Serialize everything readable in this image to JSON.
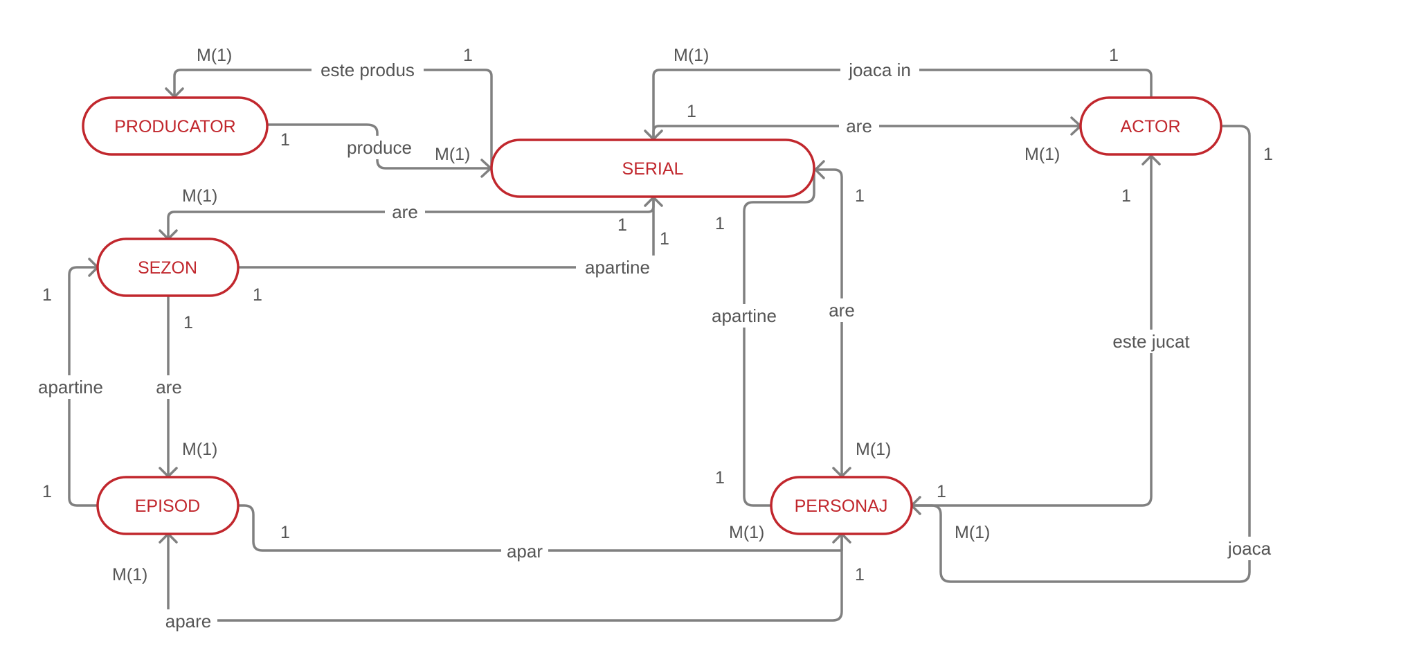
{
  "colors": {
    "entity": "#c1272d",
    "line": "#808080",
    "text": "#555555"
  },
  "entities": {
    "producator": "PRODUCATOR",
    "serial": "SERIAL",
    "actor": "ACTOR",
    "sezon": "SEZON",
    "episod": "EPISOD",
    "personaj": "PERSONAJ"
  },
  "relationships": {
    "este_produs": "este produs",
    "produce": "produce",
    "joaca_in": "joaca in",
    "are_actor": "are",
    "are_sezon": "are",
    "apartine_sezon": "apartine",
    "apartine_episod": "apartine",
    "are_episod": "are",
    "apartine_personaj": "apartine",
    "are_personaj": "are",
    "este_jucat": "este jucat",
    "joaca": "joaca",
    "apar": "apar",
    "apare": "apare"
  },
  "cardinalities": {
    "este_produs_producator": "M(1)",
    "este_produs_serial": "1",
    "produce_producator": "1",
    "produce_serial": "M(1)",
    "joaca_in_serial": "M(1)",
    "joaca_in_actor": "1",
    "are_actor_serial": "1",
    "are_actor_actor": "M(1)",
    "are_sezon_sezon": "M(1)",
    "are_sezon_serial": "1",
    "apartine_sezon_serial": "1",
    "apartine_sezon_sezon": "1",
    "apartine_episod_sezon": "1",
    "apartine_episod_episod": "1",
    "are_episod_sezon": "1",
    "are_episod_episod": "M(1)",
    "apartine_personaj_serial": "1",
    "apartine_personaj_personaj": "1",
    "are_personaj_serial": "1",
    "are_personaj_personaj": "M(1)",
    "este_jucat_actor": "1",
    "este_jucat_personaj": "1",
    "joaca_actor": "1",
    "joaca_personaj": "M(1)",
    "apar_episod": "1",
    "apar_personaj": "M(1)",
    "apare_episod": "M(1)",
    "apare_personaj": "1"
  }
}
